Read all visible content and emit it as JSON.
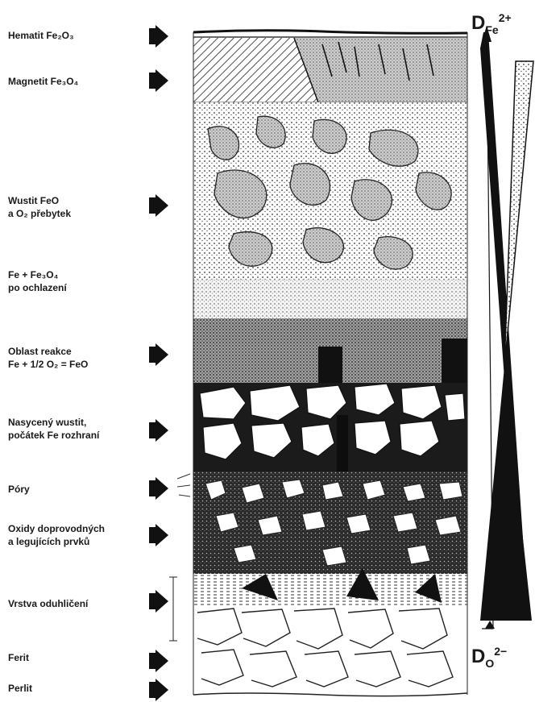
{
  "labels": [
    {
      "text": "Hematit Fe₂O₃"
    },
    {
      "text": "Magnetit Fe₃O₄"
    },
    {
      "line1": "Wustit FeO",
      "line2": "a O₂ přebytek"
    },
    {
      "line1": "Fe + Fe₃O₄",
      "line2": "po ochlazení"
    },
    {
      "line1": "Oblast reakce",
      "line2": "Fe + 1/2 O₂ = FeO"
    },
    {
      "line1": "Nasycený wustit,",
      "line2": "počátek Fe rozhraní"
    },
    {
      "text": "Póry"
    },
    {
      "line1": "Oxidy doprovodných",
      "line2": "a legujících prvků"
    },
    {
      "text": "Vrstva oduhličení"
    },
    {
      "text": "Ferit"
    },
    {
      "text": "Perlit"
    }
  ],
  "diffusion": {
    "top_main": "D",
    "top_sub": "Fe",
    "top_sup": "2+",
    "bottom_main": "D",
    "bottom_sub": "O",
    "bottom_sup": "2−"
  }
}
